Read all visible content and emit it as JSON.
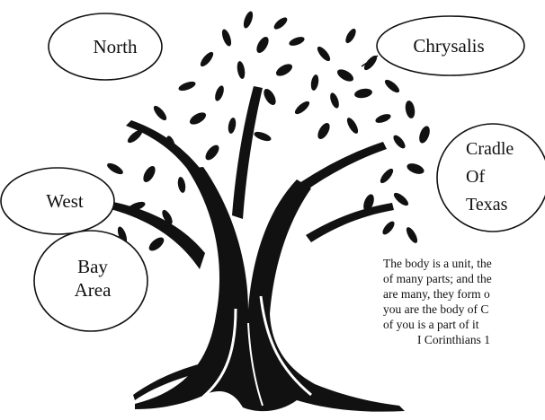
{
  "bubbles": {
    "north": "North",
    "chrysalis": "Chrysalis",
    "west": "West",
    "bay_area": [
      "Bay",
      "Area"
    ],
    "cradle_of_texas": [
      "Cradle",
      "Of",
      "Texas"
    ]
  },
  "verse": {
    "lines": [
      "The body is a unit, the",
      "of many parts; and the",
      "are many, they form o",
      "you are the body of C",
      "of you is a part of it"
    ],
    "reference": "I Corinthians 1"
  },
  "colors": {
    "ink": "#111111",
    "background": "#ffffff"
  }
}
